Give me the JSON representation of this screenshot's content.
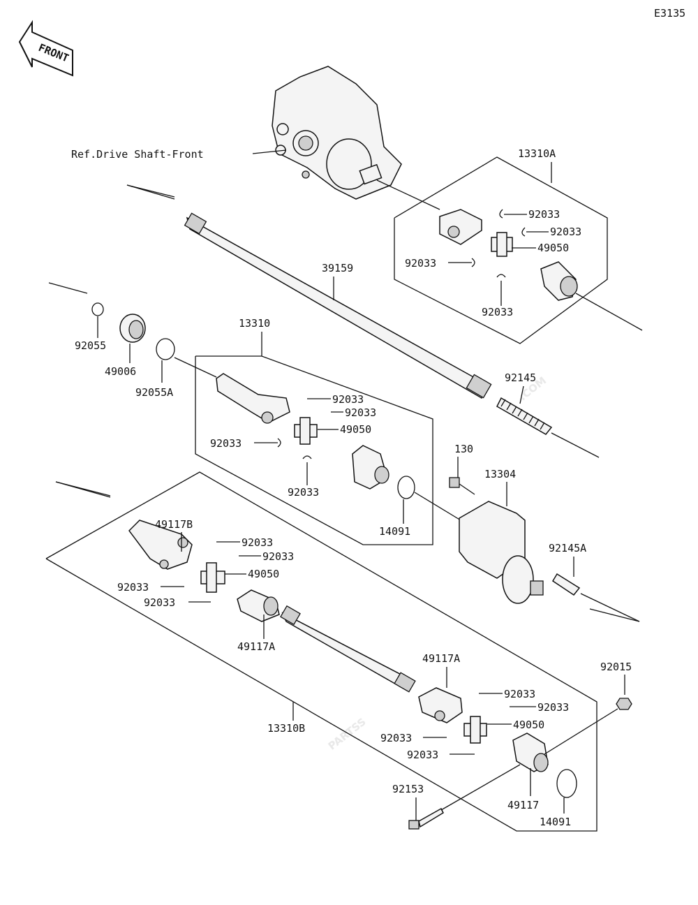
{
  "diagram_code": "E3135",
  "front_label": "FRONT",
  "watermark": {
    "main": "PARTSS",
    "suffix": ".COM"
  },
  "labels": {
    "ref_drive_shaft_front": "Ref.Drive Shaft-Front",
    "p13310A": "13310A",
    "p92033_a": "92033",
    "p92033_b": "92033",
    "p49050_a": "49050",
    "p92033_c": "92033",
    "p92033_d": "92033",
    "p39159": "39159",
    "p13310": "13310",
    "p92055": "92055",
    "p49006": "49006",
    "p92055A": "92055A",
    "p92145": "92145",
    "p92033_e": "92033",
    "p92033_f": "92033",
    "p49050_b": "49050",
    "p92033_g": "92033",
    "p92033_h": "92033",
    "p130": "130",
    "p13304": "13304",
    "p14091_a": "14091",
    "p49117B": "49117B",
    "p92033_i": "92033",
    "p92033_j": "92033",
    "p49050_c": "49050",
    "p92033_k": "92033",
    "p92033_l": "92033",
    "p92145A": "92145A",
    "p49117A_a": "49117A",
    "p49117A_b": "49117A",
    "p92015": "92015",
    "p92033_m": "92033",
    "p92033_n": "92033",
    "p49050_d": "49050",
    "p92033_o": "92033",
    "p92033_p": "92033",
    "p13310B": "13310B",
    "p92153": "92153",
    "p49117": "49117",
    "p14091_b": "14091"
  }
}
